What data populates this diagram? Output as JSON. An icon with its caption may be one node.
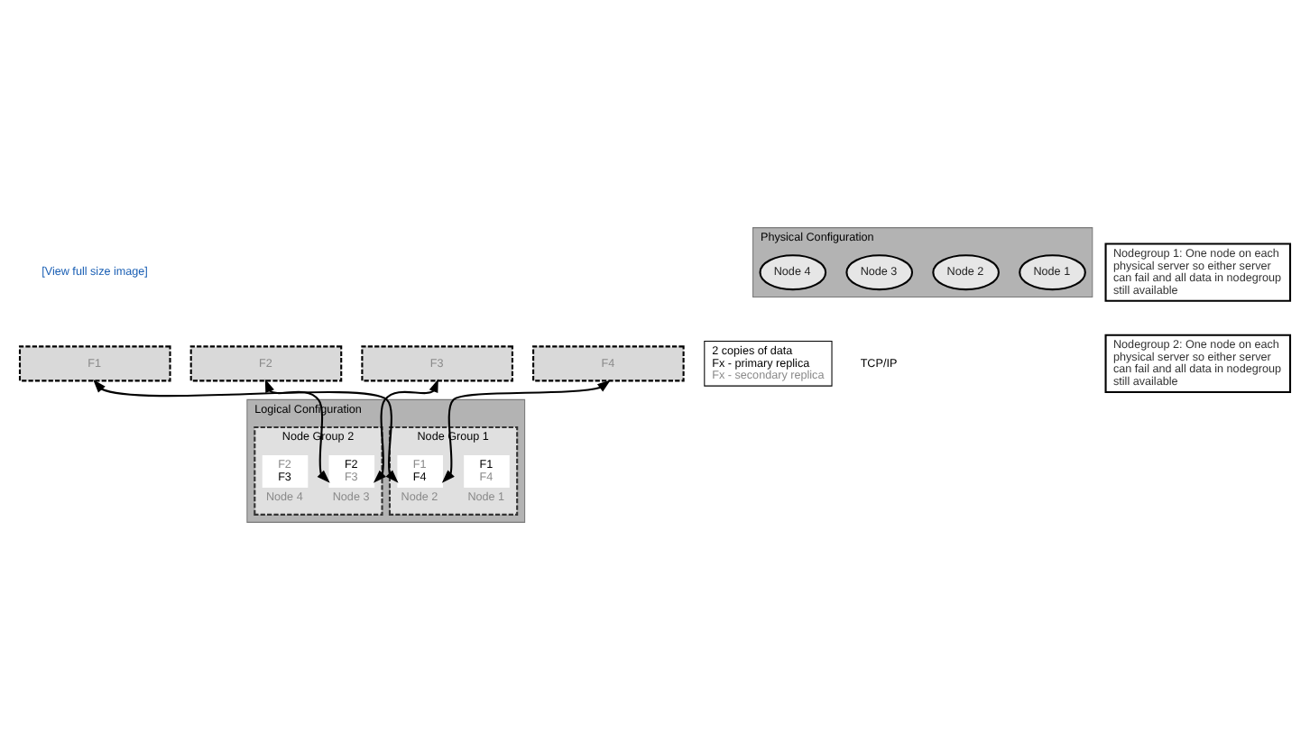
{
  "diagram": {
    "nodes": [
      {
        "text": [
          "F1"
        ]
      },
      {
        "text": [
          "F2"
        ]
      },
      {
        "text": [
          "F3"
        ]
      },
      {
        "text": [
          "F4"
        ]
      },
      {
        "text": [
          "2 copies of data",
          "Fx - primary replica",
          "Fx - secondary replica"
        ]
      },
      {
        "text": [
          "Physical Configuration"
        ]
      },
      {
        "text": [
          "Nodegroup 1: One node on each physical server so either server can fail and all data in nodegroup still available"
        ]
      },
      {
        "text": [
          "Node 1"
        ],
        "in": 5
      },
      {
        "text": [
          "Node 2"
        ],
        "in": 5
      },
      {
        "text": [
          "Nodegroup 2: One node on each physical server so either server can fail and all data in nodegroup still available"
        ]
      },
      {
        "text": [
          "Node 3"
        ],
        "in": 5
      },
      {
        "text": [
          "Node 4"
        ],
        "in": 5
      },
      {
        "text": [
          "Logical Configuration"
        ]
      },
      {
        "text": [
          "Node Group 1"
        ],
        "in": 12
      },
      {
        "text": [
          "F1",
          "F4"
        ],
        "beside": [
          "Node 1"
        ],
        "in": 13
      },
      {
        "text": [
          "F1",
          "F4"
        ],
        "beside": [
          "Node 2"
        ],
        "in": 13
      },
      {
        "text": [
          "Node Group 2"
        ],
        "in": 12
      },
      {
        "text": [
          "F2",
          "F3"
        ],
        "beside": [
          "Node 3"
        ],
        "in": 16
      },
      {
        "text": [
          "F2",
          "F3"
        ],
        "beside": [
          "Node 4"
        ],
        "in": 16
      }
    ],
    "edges": [
      {
        "from": 15,
        "to": 0,
        "arrow": "both"
      },
      {
        "from": 15,
        "to": 3,
        "arrow": "both"
      },
      {
        "from": 17,
        "to": 1,
        "arrow": "both"
      },
      {
        "from": 17,
        "to": 2,
        "arrow": "both"
      }
    ],
    "labels": [
      "[View full size image]",
      "TCP/IP"
    ]
  }
}
